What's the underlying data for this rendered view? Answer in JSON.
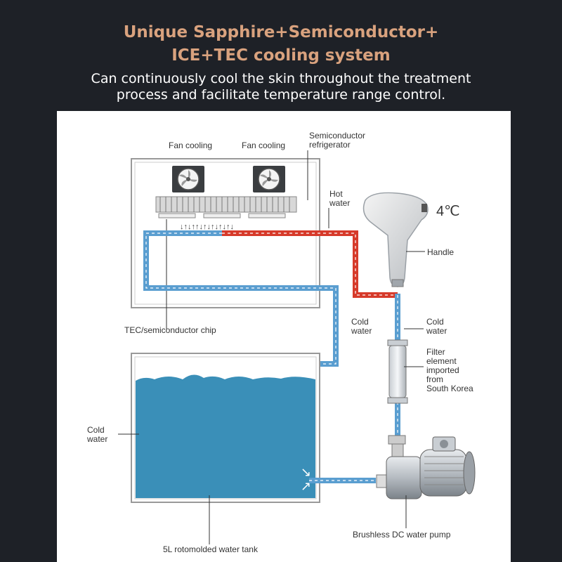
{
  "header": {
    "title_line1": "Unique Sapphire+Semiconductor+",
    "title_line2": "ICE+TEC cooling system",
    "subtitle_line1": "Can continuously cool the skin throughout the treatment",
    "subtitle_line2": "process and facilitate temperature range control."
  },
  "diagram": {
    "fan_left": "Fan cooling",
    "fan_right": "Fan cooling",
    "refrigerator_line1": "Semiconductor",
    "refrigerator_line2": "refrigerator",
    "hot_water_line1": "Hot",
    "hot_water_line2": "water",
    "temperature": "4℃",
    "handle": "Handle",
    "tec_chip": "TEC/semiconductor chip",
    "cold_water_mid_line1": "Cold",
    "cold_water_mid_line2": "water",
    "cold_water_right_line1": "Cold",
    "cold_water_right_line2": "water",
    "filter_line1": "Filter",
    "filter_line2": "element",
    "filter_line3": "imported",
    "filter_line4": "from",
    "filter_line5": "South Korea",
    "cold_water_tank_line1": "Cold",
    "cold_water_tank_line2": "water",
    "pump": "Brushless DC water pump",
    "tank": "5L rotomolded water tank"
  },
  "colors": {
    "title": "#d9a27e",
    "background": "#1e2127",
    "cold_pipe": "#5a9ed0",
    "hot_pipe": "#d63a2a",
    "tank_water": "#3a8fb8"
  }
}
